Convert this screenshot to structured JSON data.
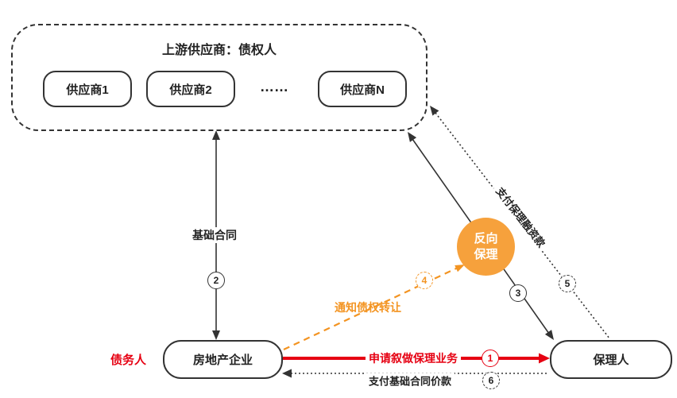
{
  "diagram": {
    "supplier_group": {
      "title": "上游供应商：债权人",
      "suppliers": [
        "供应商1",
        "供应商2",
        "供应商N"
      ],
      "ellipsis": "……"
    },
    "nodes": {
      "real_estate": "房地产企业",
      "factor": "保理人",
      "debtor_label": "债务人",
      "reverse_factoring": {
        "line1": "反向",
        "line2": "保理"
      }
    },
    "edges": {
      "basic_contract": {
        "label": "基础合同",
        "step": "2"
      },
      "apply_factoring": {
        "label": "申请叙做保理业务",
        "step": "1"
      },
      "assign_notice": {
        "label": "通知债权转让",
        "step": "4"
      },
      "factoring_agreement": {
        "step": "3"
      },
      "pay_financing": {
        "label": "支付保理融资款",
        "step": "5"
      },
      "pay_contract_price": {
        "label": "支付基础合同价款",
        "step": "6"
      }
    },
    "colors": {
      "accent_red": "#e60012",
      "accent_orange": "#f39422",
      "bubble_orange": "#f6a13c",
      "line_dark": "#333333"
    }
  }
}
